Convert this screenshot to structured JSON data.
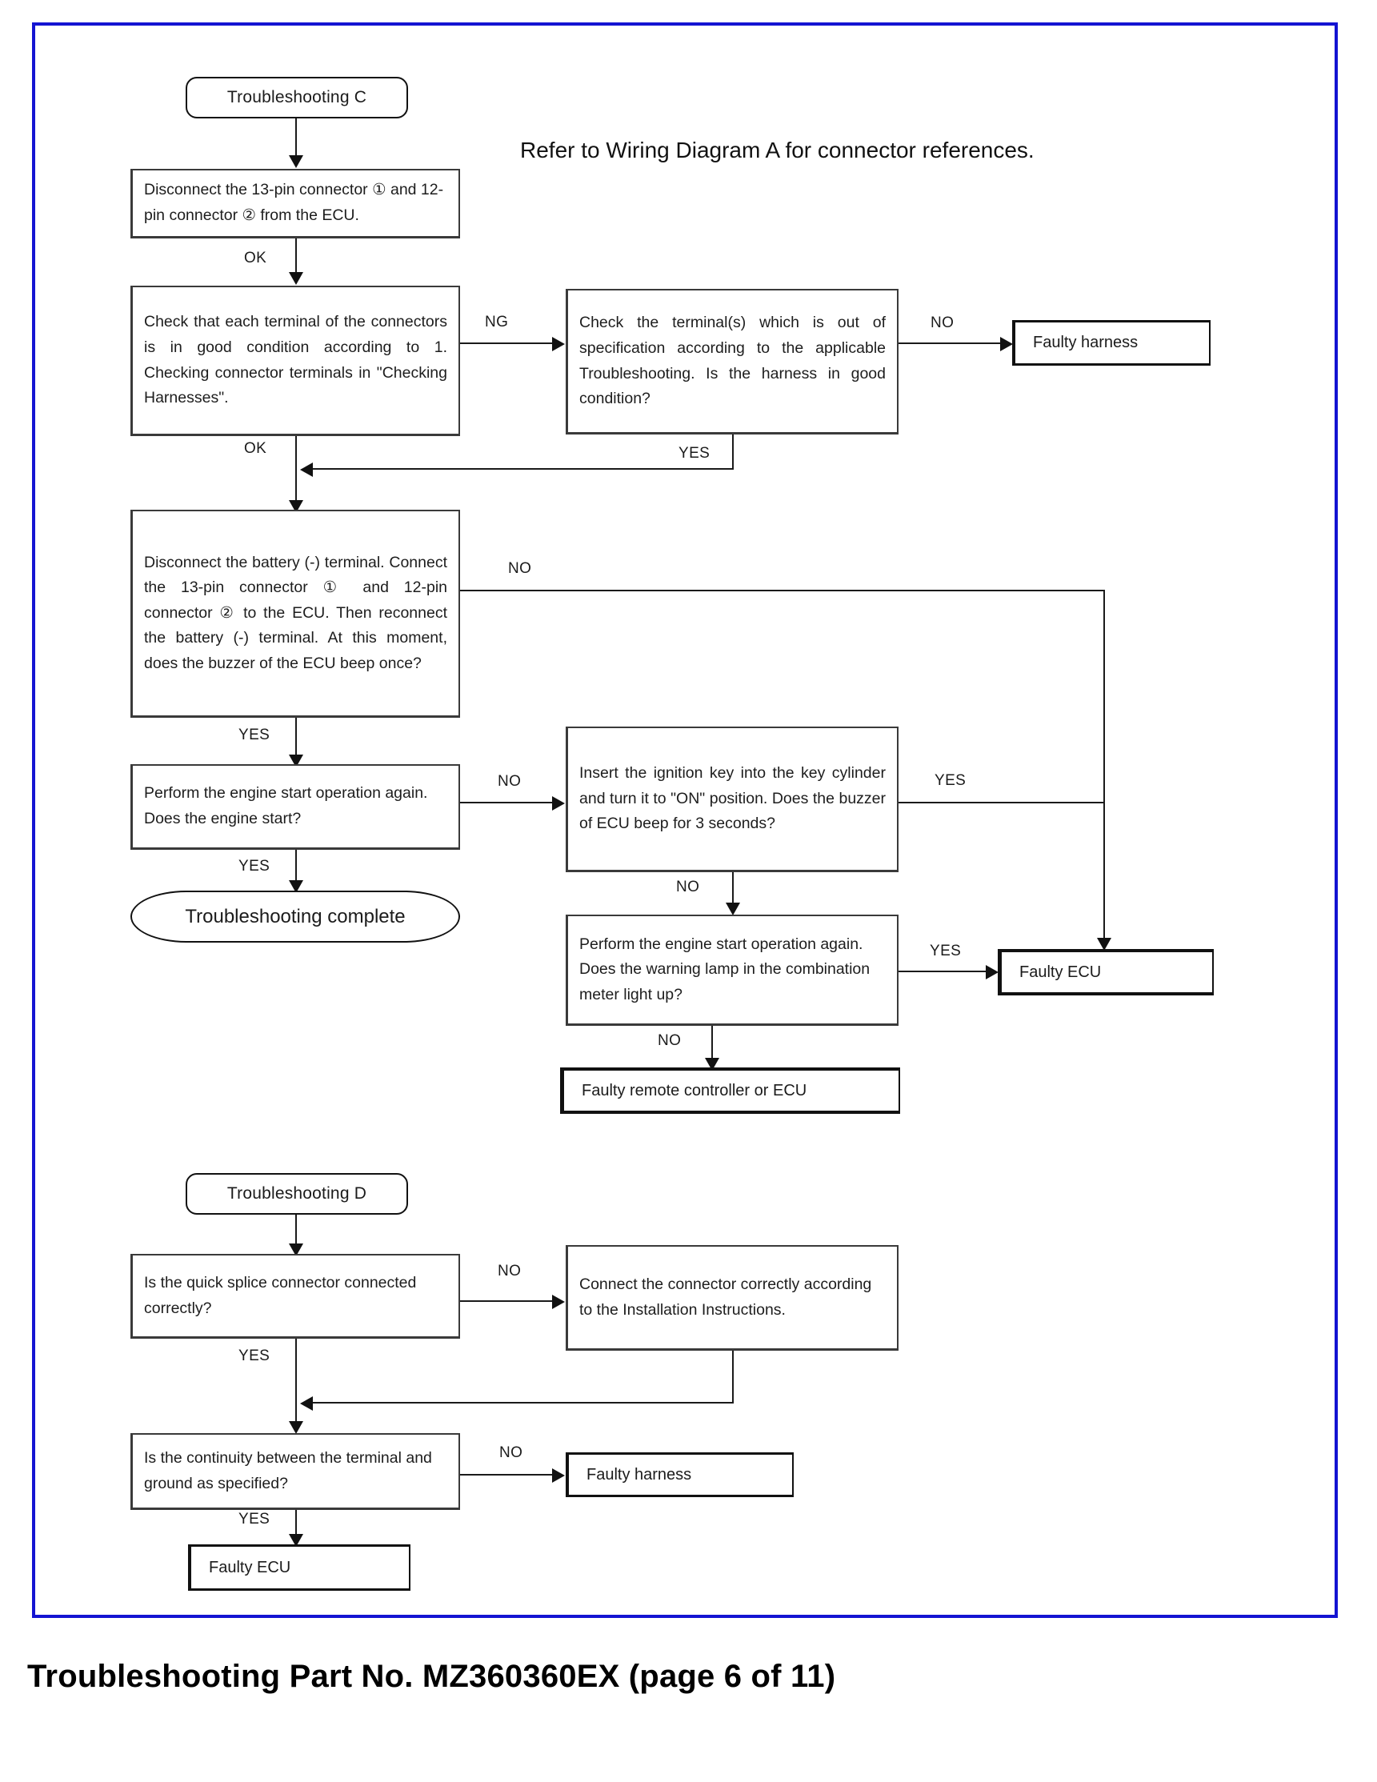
{
  "page": {
    "caption": "Troubleshooting Part No. MZ360360EX (page 6 of 11)",
    "frame_color": "#1414d2",
    "note": "Refer to Wiring Diagram A for connector references."
  },
  "flowchart_c": {
    "start": "Troubleshooting C",
    "nodes": {
      "disconnect_connectors": "Disconnect the 13-pin connector ① and 12-pin connector ② from the ECU.",
      "check_terminals": "Check that each terminal of the connectors is in good condition according to 1. Checking connector terminals in \"Checking Harnesses\".",
      "check_out_of_spec": "Check the terminal(s) which is out of specification according to the applicable Troubleshooting. Is the harness in good condition?",
      "faulty_harness": "Faulty harness",
      "reconnect_battery": "Disconnect the battery (-) terminal. Connect the 13-pin connector ① and 12-pin connector ② to the ECU. Then reconnect the battery (-) terminal. At this moment, does the buzzer of the ECU beep once?",
      "engine_start": "Perform the engine start operation again. Does the engine start?",
      "troubleshooting_complete": "Troubleshooting complete",
      "ignition_key": "Insert the ignition key into the key cylinder and turn it to \"ON\" position. Does the buzzer of ECU beep for 3 seconds?",
      "warning_lamp": "Perform the engine start operation again. Does the warning lamp in the combination meter light up?",
      "faulty_ecu": "Faulty ECU",
      "faulty_remote_or_ecu": "Faulty remote controller or ECU"
    },
    "edge_labels": {
      "ok_1": "OK",
      "ng_1": "NG",
      "no_1": "NO",
      "ok_2": "OK",
      "yes_1": "YES",
      "no_2": "NO",
      "yes_2": "YES",
      "no_3": "NO",
      "yes_3": "YES",
      "yes_4": "YES",
      "no_4": "NO",
      "yes_5": "YES",
      "no_5": "NO"
    }
  },
  "flowchart_d": {
    "start": "Troubleshooting D",
    "nodes": {
      "quick_splice": "Is the quick splice connector connected correctly?",
      "connect_correctly": "Connect the connector correctly according to the Installation Instructions.",
      "continuity": "Is the continuity between the terminal and ground as specified?",
      "faulty_harness": "Faulty harness",
      "faulty_ecu": "Faulty ECU"
    },
    "edge_labels": {
      "no_1": "NO",
      "yes_1": "YES",
      "no_2": "NO",
      "yes_2": "YES"
    }
  }
}
